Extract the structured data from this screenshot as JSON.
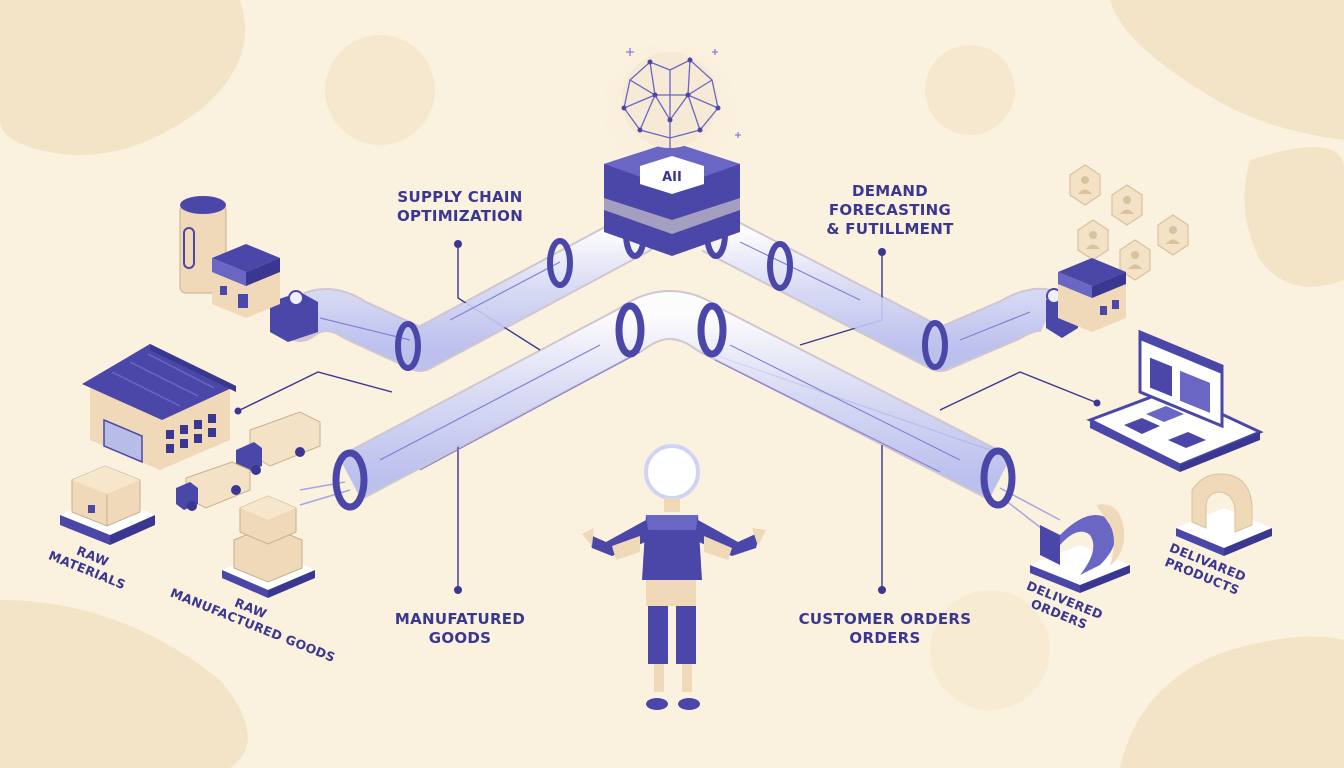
{
  "hub": {
    "label": "AII"
  },
  "labels": {
    "supply_chain": [
      "SUPPLY CHAIN",
      "OPTIMIZATION"
    ],
    "demand": [
      "DEMAND",
      "FORECASTING",
      "& FUTILLMENT"
    ],
    "manufactured": [
      "MANUFATURED",
      "GOODS"
    ],
    "customer_orders": [
      "CUSTOMER ORDERS",
      "ORDERS"
    ],
    "raw_materials": [
      "RAW",
      "MATERIALS"
    ],
    "raw_manufactured": [
      "RAW",
      "MANUFACTURED GOODS"
    ],
    "delivered_orders": [
      "DELIVERED",
      "ORDERS"
    ],
    "delivared_products": [
      "DELIVARED",
      "PRODUCTS"
    ]
  },
  "colors": {
    "background": "#fbf1df",
    "accent": "#4b47a8",
    "accent_light": "#8581d6",
    "pipe": "#dfe3fb",
    "box": "#efd9b8",
    "text": "#3a3790"
  }
}
